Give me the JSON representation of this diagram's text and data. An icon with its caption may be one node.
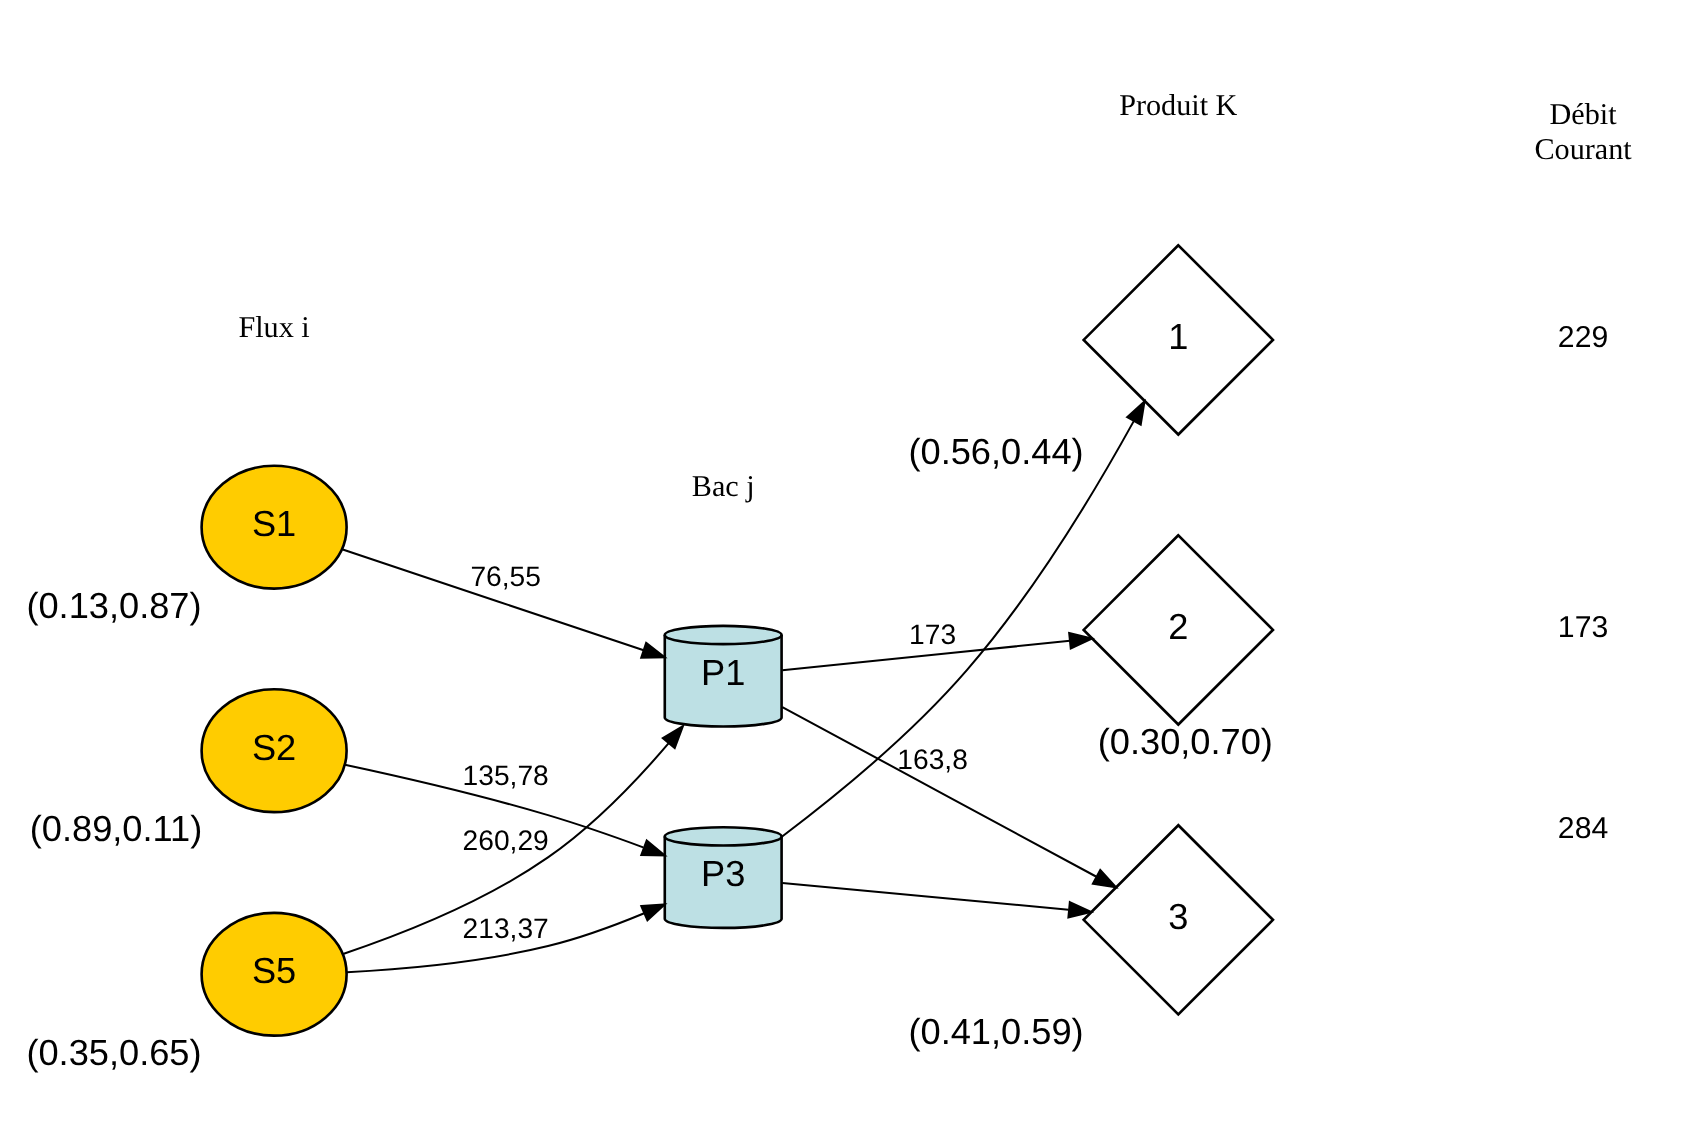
{
  "diagram": {
    "nodes": [
      {
        "text": [
          "S1"
        ],
        "beside": [
          "(0.13,0.87)"
        ]
      },
      {
        "text": [
          "S2"
        ],
        "beside": [
          "(0.89,0.11)"
        ]
      },
      {
        "text": [
          "S5"
        ],
        "beside": [
          "(0.35,0.65)"
        ]
      },
      {
        "text": [
          "P1"
        ]
      },
      {
        "text": [
          "P3"
        ]
      },
      {
        "text": [
          "1"
        ],
        "beside": [
          "(0.56,0.44)"
        ]
      },
      {
        "text": [
          "2"
        ],
        "beside": [
          "(0.30,0.70)"
        ]
      },
      {
        "text": [
          "3"
        ],
        "beside": [
          "(0.41,0.59)"
        ]
      }
    ],
    "edges": [
      {
        "from": 0,
        "to": 3,
        "arrow": "to",
        "label": "76,55"
      },
      {
        "from": 1,
        "to": 4,
        "arrow": "to",
        "label": "135,78"
      },
      {
        "from": 2,
        "to": 3,
        "arrow": "to",
        "label": "260,29"
      },
      {
        "from": 2,
        "to": 4,
        "arrow": "to",
        "label": "213,37"
      },
      {
        "from": 3,
        "to": 6,
        "arrow": "to",
        "label": "173"
      },
      {
        "from": 3,
        "to": 7,
        "arrow": "to",
        "label": "163,8"
      },
      {
        "from": 4,
        "to": 5,
        "arrow": "to"
      },
      {
        "from": 4,
        "to": 7,
        "arrow": "to"
      }
    ],
    "labels": [
      "Flux i",
      "Bac j",
      "Produit K",
      "Débit Courant",
      "229",
      "173",
      "284"
    ]
  }
}
